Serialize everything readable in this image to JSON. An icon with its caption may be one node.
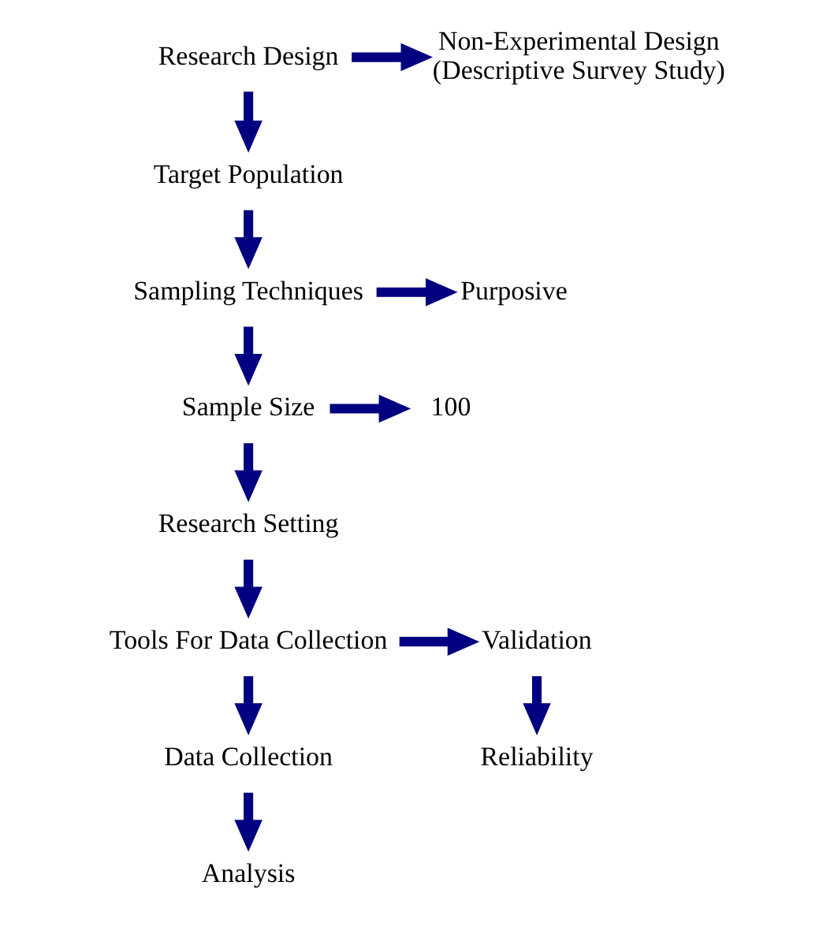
{
  "diagram": {
    "nodes": [
      {
        "text": [
          "Research Design"
        ]
      },
      {
        "text": [
          "Non-Experimental Design (Descriptive Survey Study)"
        ]
      },
      {
        "text": [
          "Target Population"
        ]
      },
      {
        "text": [
          "Sampling Techniques"
        ]
      },
      {
        "text": [
          "Purposive"
        ]
      },
      {
        "text": [
          "Sample Size"
        ]
      },
      {
        "text": [
          "100"
        ]
      },
      {
        "text": [
          "Research Setting"
        ]
      },
      {
        "text": [
          "Tools For Data Collection"
        ]
      },
      {
        "text": [
          "Validation"
        ]
      },
      {
        "text": [
          "Data Collection"
        ]
      },
      {
        "text": [
          "Reliability"
        ]
      },
      {
        "text": [
          "Analysis"
        ]
      }
    ],
    "edges": [
      {
        "from": 0,
        "to": 1,
        "arrow": "to"
      },
      {
        "from": 0,
        "to": 2,
        "arrow": "to"
      },
      {
        "from": 2,
        "to": 3,
        "arrow": "to"
      },
      {
        "from": 3,
        "to": 4,
        "arrow": "to"
      },
      {
        "from": 3,
        "to": 5,
        "arrow": "to"
      },
      {
        "from": 5,
        "to": 6,
        "arrow": "to"
      },
      {
        "from": 5,
        "to": 7,
        "arrow": "to"
      },
      {
        "from": 7,
        "to": 8,
        "arrow": "to"
      },
      {
        "from": 8,
        "to": 9,
        "arrow": "to"
      },
      {
        "from": 8,
        "to": 10,
        "arrow": "to"
      },
      {
        "from": 9,
        "to": 11,
        "arrow": "to"
      },
      {
        "from": 10,
        "to": 12,
        "arrow": "to"
      }
    ]
  }
}
